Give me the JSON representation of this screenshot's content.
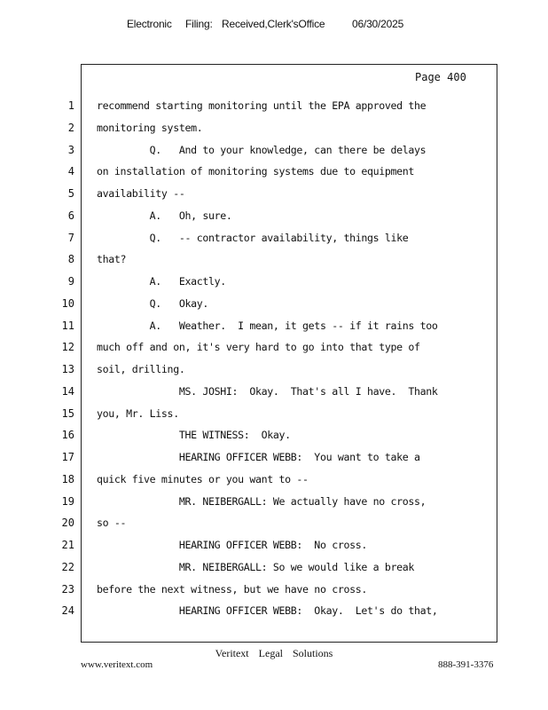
{
  "header": {
    "part1": "Electronic",
    "part2": "Filing:",
    "part3": "Received,Clerk'sOffice",
    "part4": "06/30/2025"
  },
  "page_number": "Page 400",
  "lines": [
    {
      "num": "1",
      "text": "recommend starting monitoring until the EPA approved the"
    },
    {
      "num": "2",
      "text": "monitoring system."
    },
    {
      "num": "3",
      "text": "         Q.   And to your knowledge, can there be delays"
    },
    {
      "num": "4",
      "text": "on installation of monitoring systems due to equipment"
    },
    {
      "num": "5",
      "text": "availability --"
    },
    {
      "num": "6",
      "text": "         A.   Oh, sure."
    },
    {
      "num": "7",
      "text": "         Q.   -- contractor availability, things like"
    },
    {
      "num": "8",
      "text": "that?"
    },
    {
      "num": "9",
      "text": "         A.   Exactly."
    },
    {
      "num": "10",
      "text": "         Q.   Okay."
    },
    {
      "num": "11",
      "text": "         A.   Weather.  I mean, it gets -- if it rains too"
    },
    {
      "num": "12",
      "text": "much off and on, it's very hard to go into that type of"
    },
    {
      "num": "13",
      "text": "soil, drilling."
    },
    {
      "num": "14",
      "text": "              MS. JOSHI:  Okay.  That's all I have.  Thank"
    },
    {
      "num": "15",
      "text": "you, Mr. Liss."
    },
    {
      "num": "16",
      "text": "              THE WITNESS:  Okay."
    },
    {
      "num": "17",
      "text": "              HEARING OFFICER WEBB:  You want to take a"
    },
    {
      "num": "18",
      "text": "quick five minutes or you want to --"
    },
    {
      "num": "19",
      "text": "              MR. NEIBERGALL: We actually have no cross,"
    },
    {
      "num": "20",
      "text": "so --"
    },
    {
      "num": "21",
      "text": "              HEARING OFFICER WEBB:  No cross."
    },
    {
      "num": "22",
      "text": "              MR. NEIBERGALL: So we would like a break"
    },
    {
      "num": "23",
      "text": "before the next witness, but we have no cross."
    },
    {
      "num": "24",
      "text": "              HEARING OFFICER WEBB:  Okay.  Let's do that,"
    }
  ],
  "footer": {
    "company_1": "Veritext",
    "company_2": "Legal",
    "company_3": "Solutions",
    "website": "www.veritext.com",
    "phone": "888-391-3376"
  }
}
